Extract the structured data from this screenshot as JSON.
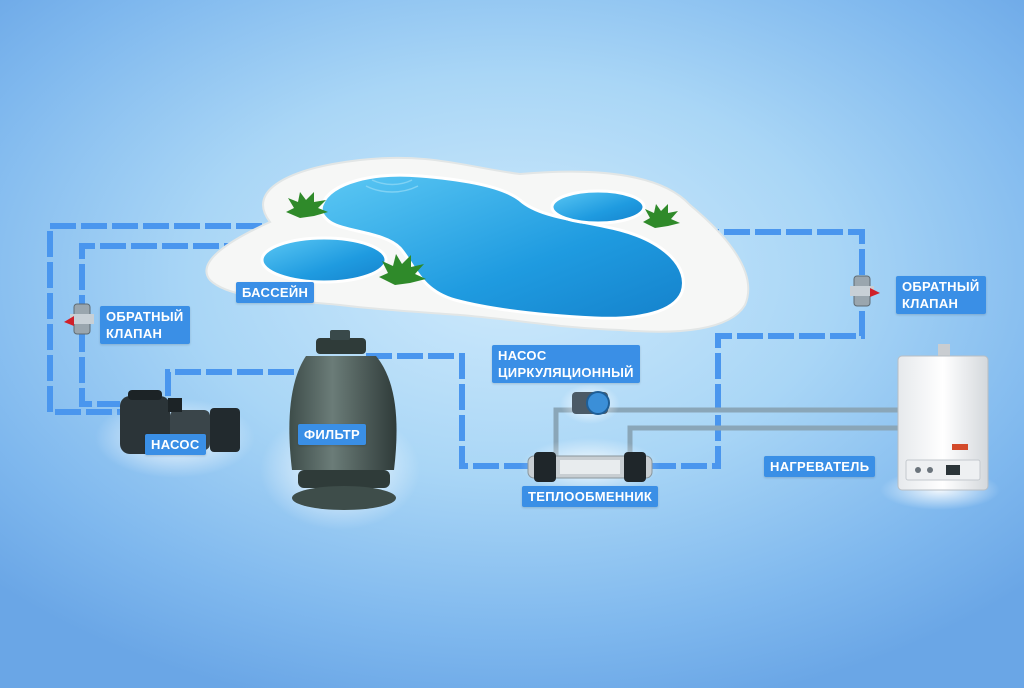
{
  "labels": {
    "pool": "БАССЕЙН",
    "check_valve_left_l1": "ОБРАТНЫЙ",
    "check_valve_left_l2": "КЛАПАН",
    "check_valve_right_l1": "ОБРАТНЫЙ",
    "check_valve_right_l2": "КЛАПАН",
    "pump": "НАСОС",
    "filter": "ФИЛЬТР",
    "circ_pump_l1": "НАСОС",
    "circ_pump_l2": "ЦИРКУЛЯЦИОННЫЙ",
    "heat_exchanger": "ТЕПЛООБМЕННИК",
    "heater": "НАГРЕВАТЕЛЬ"
  },
  "colors": {
    "label_bg": "#3a8fe6",
    "pipe_blue": "#4a96ee",
    "pipe_grey": "#8aa6b8",
    "water": "#2aa8e6",
    "valve_red": "#d0202a"
  },
  "icons": [
    "pool",
    "plant-icon",
    "check-valve-icon",
    "pump-icon",
    "filter-icon",
    "circulation-pump-icon",
    "heat-exchanger-icon",
    "boiler-icon"
  ]
}
